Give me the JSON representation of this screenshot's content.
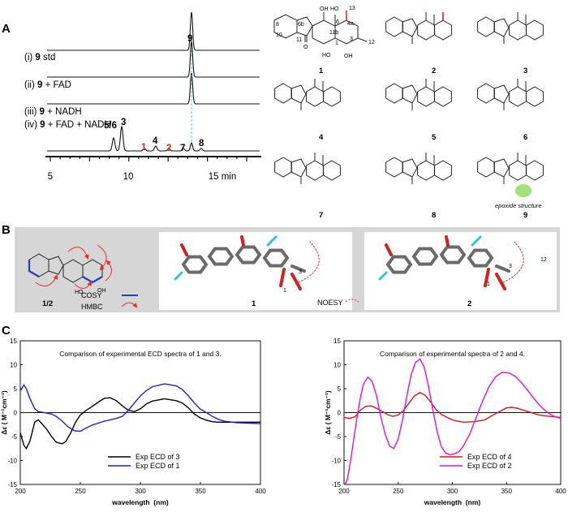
{
  "panel_letters": [
    "A",
    "B",
    "C"
  ],
  "panel_a": {
    "traces": [
      {
        "prefix": "(i) ",
        "bold": "9",
        "suffix": " std"
      },
      {
        "prefix": "(ii) ",
        "bold": "9",
        "suffix": " + FAD"
      },
      {
        "prefix": "(iii) ",
        "bold": "9",
        "suffix": " + NADH"
      },
      {
        "prefix": "(iv) ",
        "bold": "9",
        "suffix": " + FAD + NADH"
      }
    ],
    "top_peak_label": "9",
    "peak_labels": [
      {
        "text": "5/6",
        "color": "#111111"
      },
      {
        "text": "3",
        "color": "#111111"
      },
      {
        "text": "1",
        "color": "#d81e1e"
      },
      {
        "text": "4",
        "color": "#111111"
      },
      {
        "text": "2",
        "color": "#d81e1e"
      },
      {
        "text": "7",
        "color": "#111111"
      },
      {
        "text": "8",
        "color": "#111111"
      }
    ],
    "x_ticks": [
      "5",
      "10",
      "15 min"
    ],
    "structures": [
      {
        "label": "1"
      },
      {
        "label": "2"
      },
      {
        "label": "3"
      },
      {
        "label": "4"
      },
      {
        "label": "5"
      },
      {
        "label": "6"
      },
      {
        "label": "7"
      },
      {
        "label": "8"
      },
      {
        "label": "9"
      }
    ],
    "atom_labels": [
      "OH",
      "HO",
      "O",
      "HO",
      "OH"
    ],
    "numbering": [
      "8",
      "6b",
      "10",
      "11",
      "6",
      "4a",
      "13",
      "11b",
      "3",
      "12",
      "1"
    ],
    "epoxide_caption": "epoxide structure"
  },
  "panel_b": {
    "label_12": "1/2",
    "legend": [
      {
        "text": "COSY",
        "color": "#1f3fc0"
      },
      {
        "text": "HMBC",
        "color": "#d81e1e"
      }
    ],
    "noesy_label": "NOESY",
    "model_labels": [
      "1",
      "2"
    ],
    "atom_numbers": [
      "1",
      "3",
      "1",
      "3",
      "12"
    ]
  },
  "chart_data": [
    {
      "type": "line",
      "title": "Comparison of experimental ECD spectra of 1 and 3.",
      "xlabel": "wavelength  (nm)",
      "ylabel": "Δε ( M⁻¹cm⁻¹)",
      "xlim": [
        200,
        400
      ],
      "ylim": [
        -15,
        15
      ],
      "xticks": [
        200,
        250,
        300,
        350,
        400
      ],
      "yticks": [
        -15,
        -10,
        -5,
        0,
        5,
        10,
        15
      ],
      "series": [
        {
          "name": "Exp ECD of 3",
          "color": "#000000",
          "x": [
            200,
            203,
            205,
            208,
            212,
            215,
            218,
            222,
            226,
            230,
            235,
            238,
            242,
            246,
            250,
            255,
            260,
            265,
            270,
            275,
            280,
            285,
            290,
            295,
            300,
            305,
            310,
            320,
            330,
            335,
            340,
            345,
            350,
            355,
            360,
            365,
            370,
            380,
            390,
            400
          ],
          "y": [
            -4.2,
            -6.8,
            -7.5,
            -6.0,
            -2.0,
            -1.5,
            -2.3,
            -3.5,
            -5.0,
            -6.2,
            -6.5,
            -6.0,
            -4.2,
            -2.0,
            -0.5,
            0.5,
            1.3,
            2.2,
            3.0,
            3.1,
            2.5,
            1.4,
            0.5,
            0.2,
            0.8,
            1.8,
            2.4,
            2.9,
            2.5,
            2.0,
            1.0,
            -0.3,
            -1.1,
            -1.6,
            -1.9,
            -2.0,
            -2.0,
            -2.0,
            -2.0,
            -2.0
          ]
        },
        {
          "name": "Exp ECD of 1",
          "color": "#1f1fcc",
          "x": [
            200,
            203,
            205,
            208,
            212,
            215,
            218,
            222,
            226,
            230,
            235,
            240,
            245,
            250,
            255,
            260,
            265,
            270,
            275,
            280,
            285,
            290,
            295,
            300,
            305,
            310,
            320,
            330,
            335,
            340,
            345,
            350,
            355,
            360,
            365,
            370,
            380,
            390,
            400
          ],
          "y": [
            4.5,
            5.8,
            5.0,
            3.0,
            0.8,
            0.2,
            0.1,
            -0.1,
            -0.3,
            -0.8,
            -1.8,
            -3.0,
            -3.8,
            -3.9,
            -3.2,
            -2.6,
            -2.2,
            -1.8,
            -1.5,
            -1.2,
            -0.8,
            0.5,
            2.0,
            3.5,
            4.6,
            5.4,
            6.0,
            5.6,
            4.8,
            3.5,
            2.0,
            0.7,
            0.0,
            -0.8,
            -1.4,
            -1.8,
            -2.1,
            -2.2,
            -2.3
          ]
        }
      ],
      "legend_position": "bottom-center"
    },
    {
      "type": "line",
      "title": "Comparison of experimental spectra of 2 and 4.",
      "xlabel": "wavelength  (nm)",
      "ylabel": "Δε ( M⁻¹cm⁻¹)",
      "xlim": [
        200,
        400
      ],
      "ylim": [
        -15,
        15
      ],
      "xticks": [
        200,
        250,
        300,
        350,
        400
      ],
      "yticks": [
        -15,
        -10,
        -5,
        0,
        5,
        10,
        15
      ],
      "series": [
        {
          "name": "Exp ECD of 4",
          "color": "#e01515",
          "x": [
            200,
            205,
            210,
            215,
            220,
            225,
            230,
            235,
            240,
            245,
            250,
            255,
            260,
            265,
            270,
            275,
            280,
            285,
            290,
            295,
            300,
            305,
            310,
            320,
            330,
            340,
            350,
            355,
            360,
            370,
            380,
            390,
            400
          ],
          "y": [
            -1.0,
            -1.2,
            -0.9,
            0.5,
            1.3,
            1.4,
            0.9,
            0.3,
            -0.4,
            -0.8,
            -0.5,
            0.5,
            2.0,
            3.5,
            4.2,
            3.6,
            2.2,
            0.6,
            -0.4,
            -1.0,
            -1.5,
            -1.8,
            -2.0,
            -1.9,
            -1.5,
            -0.2,
            1.0,
            1.1,
            0.9,
            0.2,
            -0.5,
            -0.8,
            -1.0
          ]
        },
        {
          "name": "Exp ECD of 2",
          "color": "#e010e0",
          "x": [
            201,
            203,
            205,
            208,
            212,
            215,
            218,
            222,
            226,
            230,
            234,
            238,
            242,
            246,
            250,
            254,
            258,
            262,
            266,
            270,
            274,
            278,
            282,
            286,
            290,
            294,
            298,
            302,
            306,
            310,
            316,
            322,
            328,
            334,
            340,
            346,
            352,
            358,
            364,
            370,
            376,
            382,
            388,
            394,
            400
          ],
          "y": [
            -15.0,
            -14.0,
            -11.5,
            -7.0,
            -1.0,
            3.0,
            6.0,
            7.4,
            6.5,
            3.5,
            -1.0,
            -4.5,
            -7.0,
            -7.5,
            -5.5,
            -1.5,
            3.5,
            8.0,
            10.5,
            11.2,
            9.5,
            5.5,
            0.5,
            -4.0,
            -7.2,
            -8.5,
            -8.8,
            -8.6,
            -8.2,
            -7.0,
            -4.5,
            -1.0,
            2.5,
            5.5,
            7.5,
            8.4,
            8.3,
            7.6,
            6.2,
            4.5,
            2.7,
            1.2,
            0.0,
            -0.8,
            -1.2
          ]
        }
      ],
      "legend_position": "bottom-right"
    }
  ]
}
